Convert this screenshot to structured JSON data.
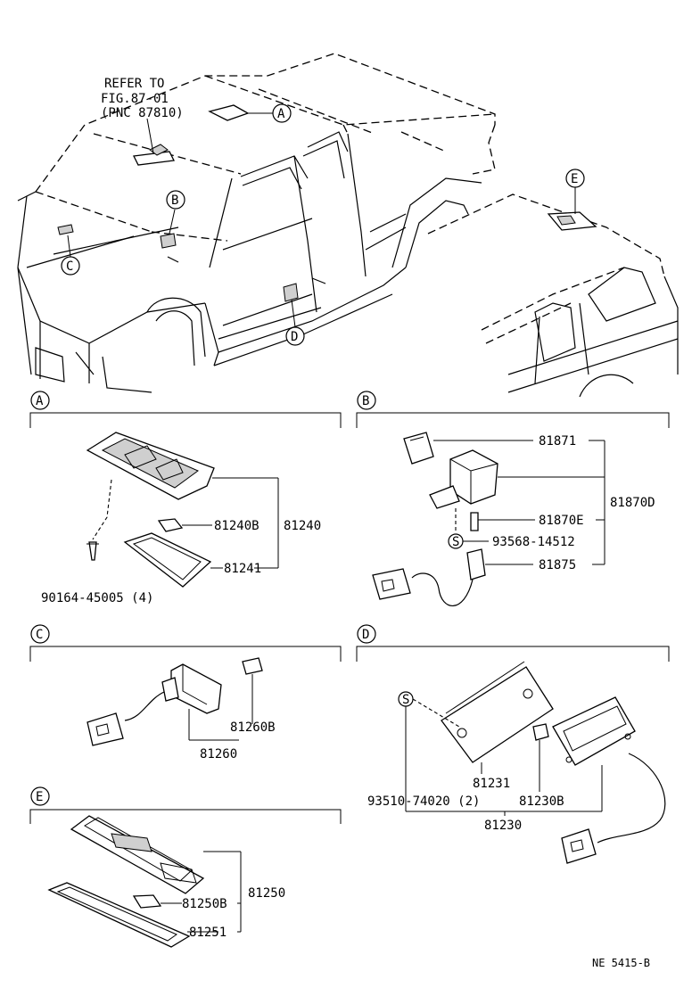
{
  "reference_note": {
    "line1": "REFER TO",
    "line2": "FIG.87-01",
    "line3": "(PNC 87810)"
  },
  "callouts": {
    "a": "A",
    "b": "B",
    "c": "C",
    "d": "D",
    "e": "E",
    "s": "S"
  },
  "section_a": {
    "part_81240b": "81240B",
    "part_81240": "81240",
    "part_81241": "81241",
    "part_90164": "90164-45005 (4)"
  },
  "section_b": {
    "part_81871": "81871",
    "part_81870d": "81870D",
    "part_81870e": "81870E",
    "part_93568": "93568-14512",
    "part_81875": "81875"
  },
  "section_c": {
    "part_81260b": "81260B",
    "part_81260": "81260"
  },
  "section_d": {
    "part_93510": "93510-74020 (2)",
    "part_81231": "81231",
    "part_81230b": "81230B",
    "part_81230": "81230"
  },
  "section_e": {
    "part_81250": "81250",
    "part_81250b": "81250B",
    "part_81251": "81251"
  },
  "figure_code": "NE  5415-B"
}
